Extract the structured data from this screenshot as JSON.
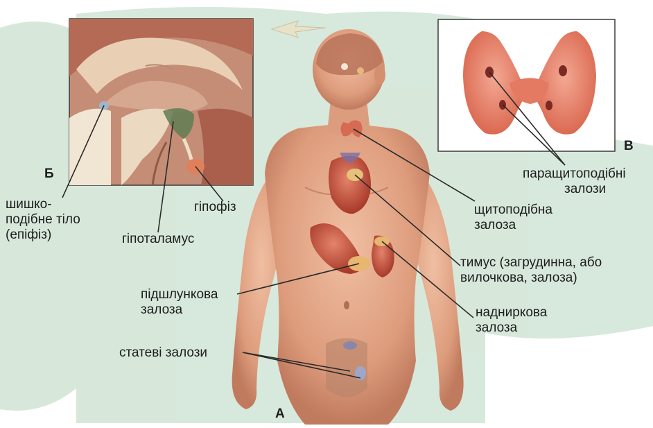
{
  "panels": {
    "a": "А",
    "b": "Б",
    "c": "В"
  },
  "labels": {
    "epiphysis": [
      "шишко-",
      "подібне тіло",
      "(епіфіз)"
    ],
    "hypothalamus": "гіпоталамус",
    "hypophysis": "гіпофіз",
    "parathyroid": [
      "паращитоподібні",
      "залози"
    ],
    "thyroid": [
      "щитоподібна",
      "залоза"
    ],
    "thymus": [
      "тимус (загрудинна, або",
      "вилочкова, залоза)"
    ],
    "pancreas": [
      "підшлункова",
      "залоза"
    ],
    "adrenal": [
      "надниркова",
      "залоза"
    ],
    "gonads": "статеві залози"
  },
  "colors": {
    "background_wash": "#cfe3d4",
    "skin": "#e7a98a",
    "skin_shadow": "#c9866a",
    "brain": "#c9836a",
    "organ_red": "#c8523e",
    "thyroid_pink": "#e58b73",
    "line": "#2a2a2a"
  }
}
